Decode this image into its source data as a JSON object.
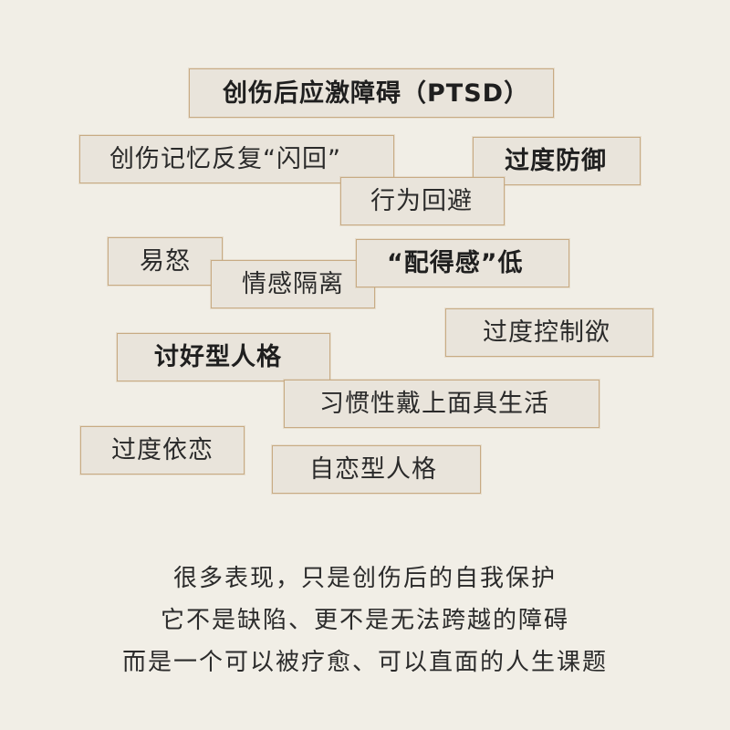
{
  "tags": [
    {
      "id": "ptsd",
      "text": "创伤后应激障碍（PTSD）",
      "bold": true
    },
    {
      "id": "flashback",
      "text": "创伤记忆反复“闪回”",
      "bold": false
    },
    {
      "id": "overdefense",
      "text": "过度防御",
      "bold": true
    },
    {
      "id": "avoidance",
      "text": "行为回避",
      "bold": false
    },
    {
      "id": "irritable",
      "text": "易怒",
      "bold": false
    },
    {
      "id": "isolation",
      "text": "情感隔离",
      "bold": false
    },
    {
      "id": "unworthy",
      "text": "“配得感”低",
      "bold": true
    },
    {
      "id": "overcontrol",
      "text": "过度控制欲",
      "bold": false
    },
    {
      "id": "pleaser",
      "text": "讨好型人格",
      "bold": true
    },
    {
      "id": "mask",
      "text": "习惯性戴上面具生活",
      "bold": false
    },
    {
      "id": "dependence",
      "text": "过度依恋",
      "bold": false
    },
    {
      "id": "narcissist",
      "text": "自恋型人格",
      "bold": false
    }
  ],
  "caption": [
    "很多表现，只是创伤后的自我保护",
    "它不是缺陷、更不是无法跨越的障碍",
    "而是一个可以被疗愈、可以直面的人生课题"
  ]
}
